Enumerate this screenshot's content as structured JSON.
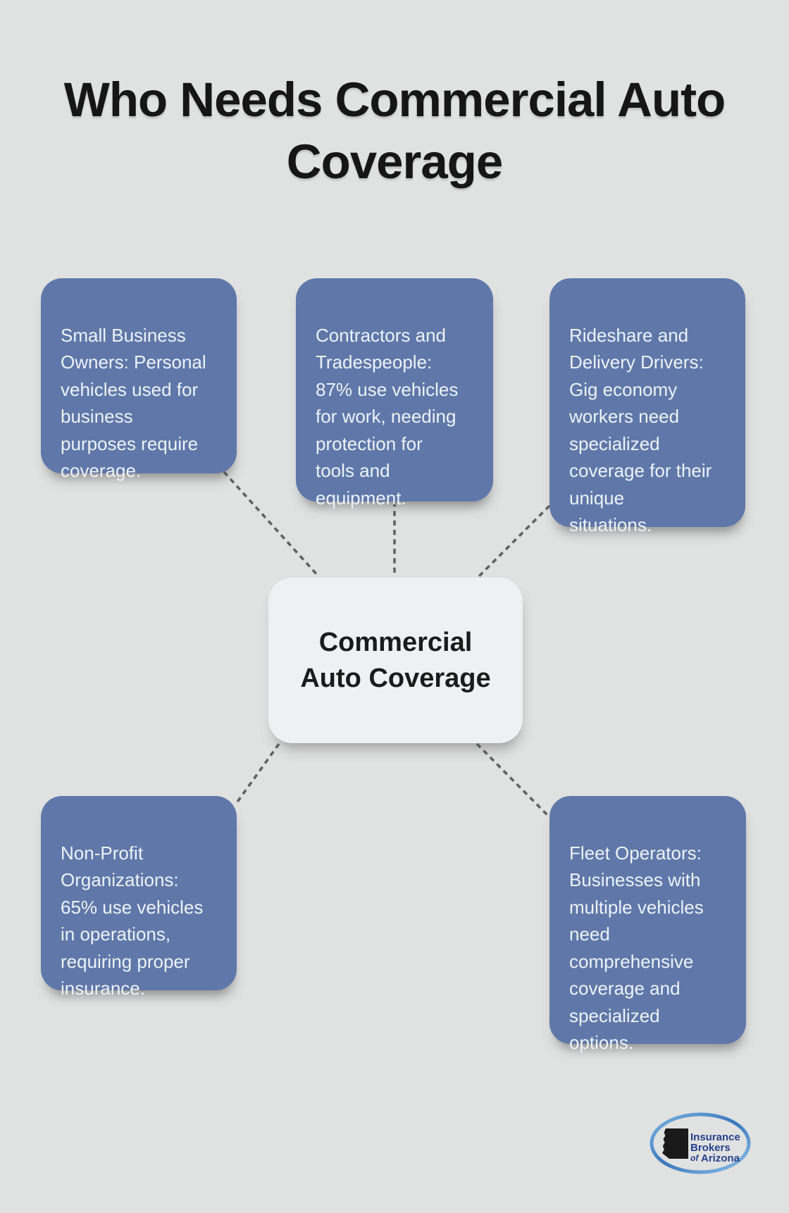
{
  "title": {
    "text": "Who Needs Commercial Auto\nCoverage"
  },
  "center_node": {
    "id": "commercial-auto-coverage",
    "label": "Commercial\nAuto Coverage"
  },
  "nodes": [
    {
      "id": "small-business-owners",
      "text": "Small Business\nOwners: Personal\nvehicles used for\nbusiness\npurposes require\ncoverage."
    },
    {
      "id": "contractors-tradespeople",
      "text": "Contractors and\nTradespeople:\n87% use vehicles\nfor work, needing\nprotection for\ntools and\nequipment."
    },
    {
      "id": "rideshare-delivery-drivers",
      "text": "Rideshare and\nDelivery Drivers:\nGig economy\nworkers need\nspecialized\ncoverage for their\nunique\nsituations."
    },
    {
      "id": "non-profit-organizations",
      "text": "Non-Profit\nOrganizations:\n65% use vehicles\nin operations,\nrequiring proper\ninsurance."
    },
    {
      "id": "fleet-operators",
      "text": "Fleet Operators:\nBusinesses with\nmultiple vehicles\nneed\ncomprehensive\ncoverage and\nspecialized\noptions."
    }
  ],
  "connections": [
    {
      "from": "small-business-owners",
      "to": "commercial-auto-coverage"
    },
    {
      "from": "contractors-tradespeople",
      "to": "commercial-auto-coverage"
    },
    {
      "from": "rideshare-delivery-drivers",
      "to": "commercial-auto-coverage"
    },
    {
      "from": "commercial-auto-coverage",
      "to": "non-profit-organizations"
    },
    {
      "from": "commercial-auto-coverage",
      "to": "fleet-operators"
    }
  ],
  "logo": {
    "line1": "Insurance",
    "line2": "Brokers",
    "line3_prefix": "of",
    "line3_word": "Arizona",
    "shape": "arizona-state-silhouette"
  },
  "theme": {
    "page_bg": "#e0e1e1",
    "node_bg": "#5f78a9",
    "node_text": "#eef2f8",
    "center_bg": "#eef0f2",
    "center_text": "#1b1b1b",
    "connector": "#616161",
    "title_color": "#161616",
    "logo_text": "#26428b",
    "logo_ring_light": "#7db4e2",
    "logo_ring_dark": "#3a77bd",
    "logo_shape": "#1a1a1a"
  }
}
